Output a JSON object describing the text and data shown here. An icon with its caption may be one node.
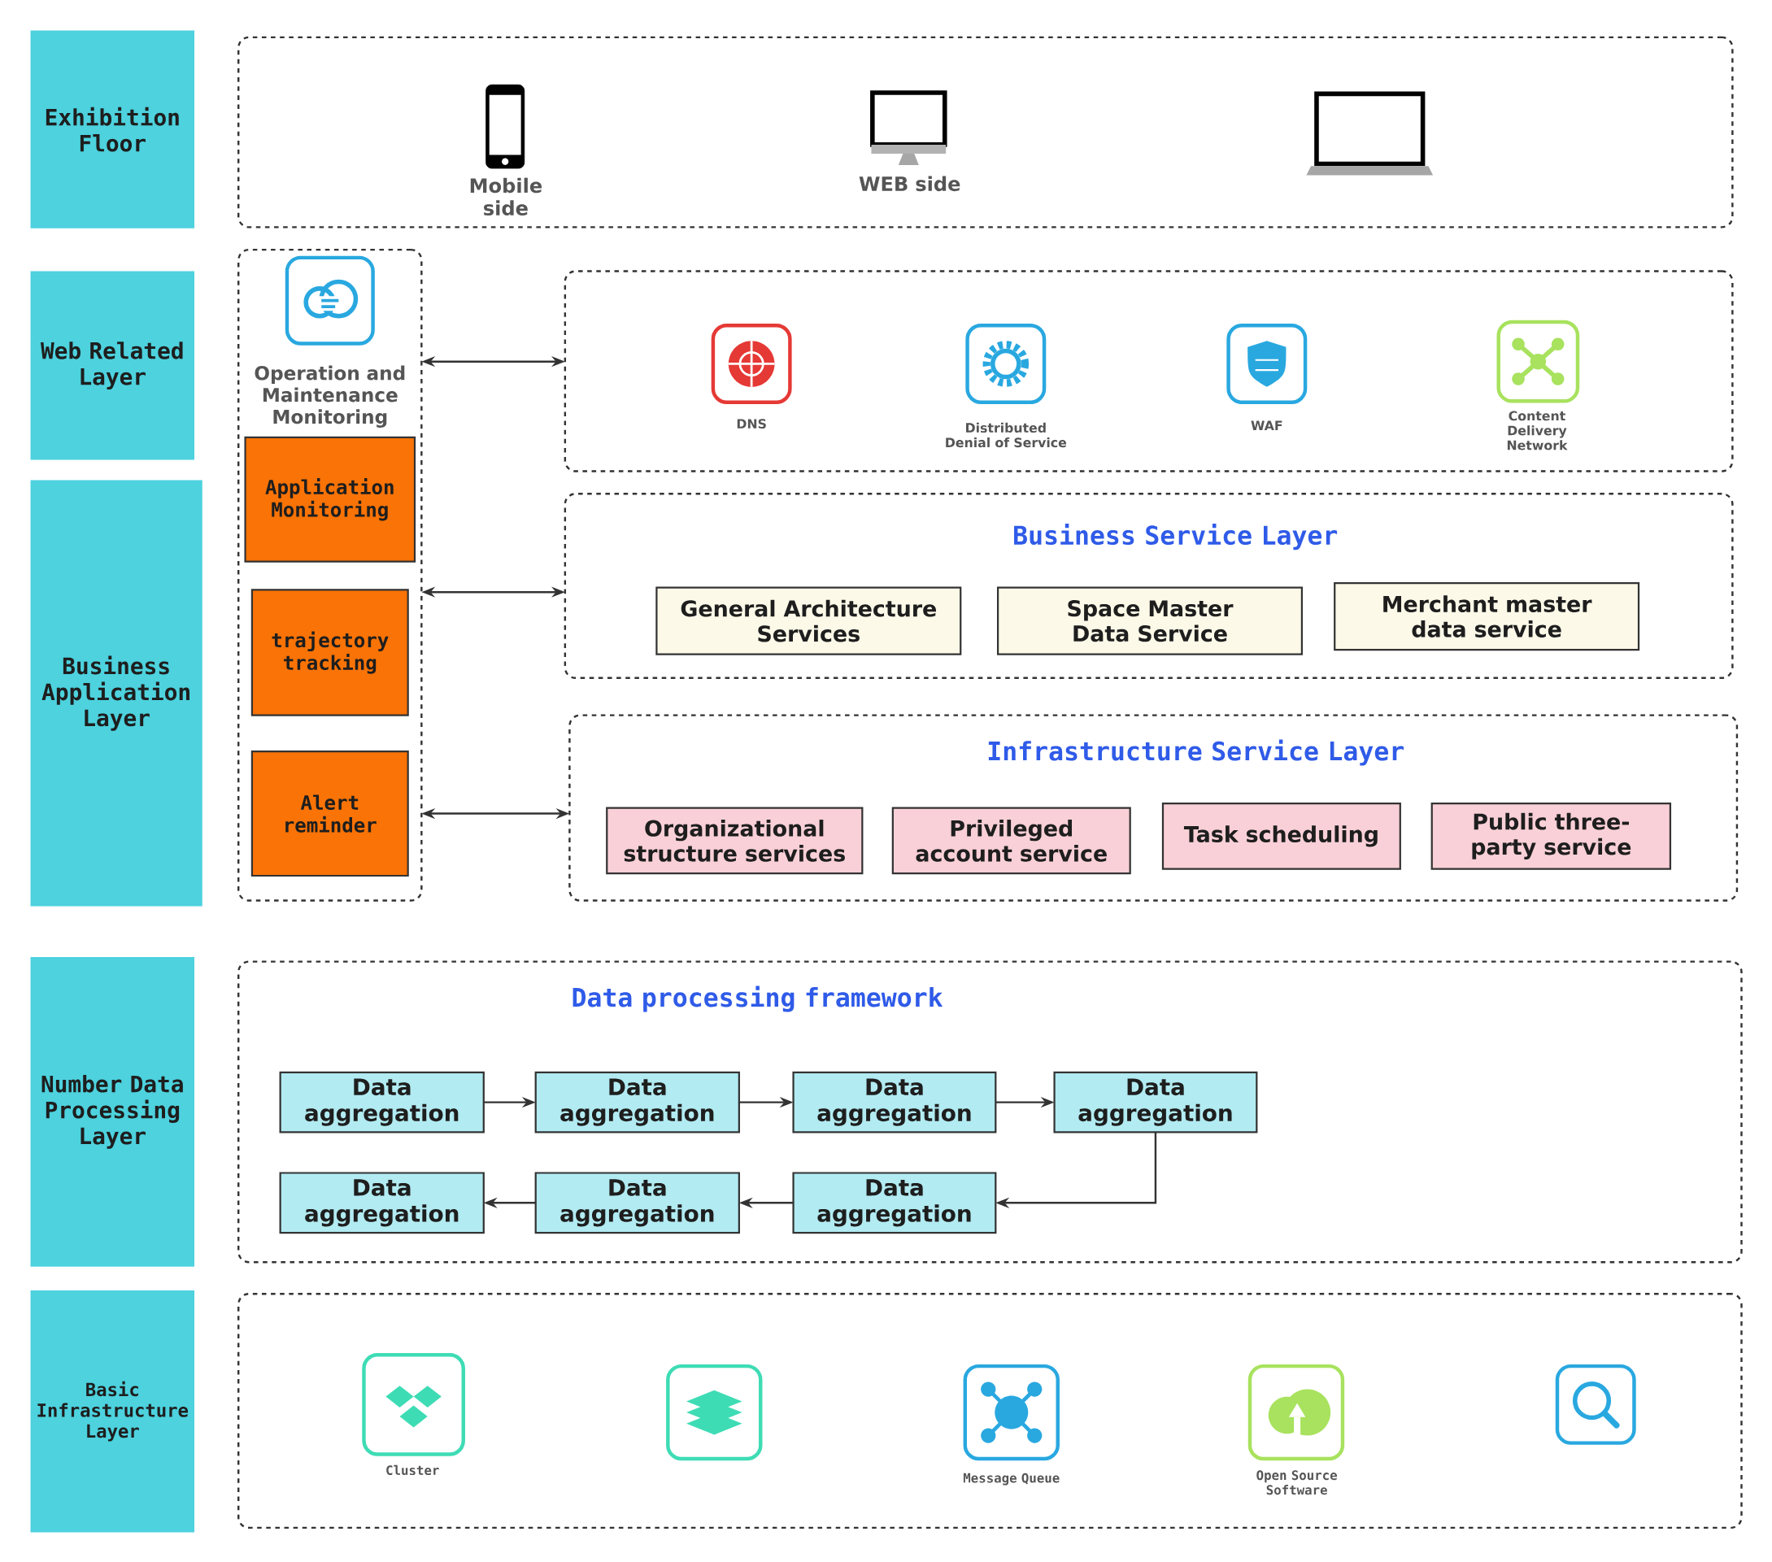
{
  "diagram": {
    "nodes": [
      {
        "text": [
          "Exhibition Floor"
        ]
      },
      {
        "text": [
          "Web Related Layer"
        ]
      },
      {
        "text": [
          "Business Application Layer"
        ]
      },
      {
        "text": [
          "Number Data Processing Layer"
        ]
      },
      {
        "text": [
          "Basic Infrastructure Layer"
        ]
      },
      {
        "text": [],
        "shape": "box"
      },
      {
        "text": [
          "Mobile side"
        ],
        "in": 5
      },
      {
        "text": [
          "WEB side"
        ],
        "in": 5
      },
      {
        "text": [
          "Operation and Maintenance Monitoring"
        ]
      },
      {
        "text": [
          "Application Monitoring"
        ],
        "in": 8
      },
      {
        "text": [
          "trajectory tracking"
        ],
        "in": 8
      },
      {
        "text": [
          "Alert reminder"
        ],
        "in": 8
      },
      {
        "text": [],
        "shape": "box"
      },
      {
        "text": [
          "DNS"
        ],
        "in": 12
      },
      {
        "text": [
          "Distributed Denial of Service"
        ],
        "in": 12
      },
      {
        "text": [
          "WAF"
        ],
        "in": 12
      },
      {
        "text": [
          "Content Delivery Network"
        ],
        "in": 12
      },
      {
        "text": [
          "Business Service Layer"
        ]
      },
      {
        "text": [
          "General Architecture Services"
        ],
        "in": 17
      },
      {
        "text": [
          "Space Master Data Service"
        ],
        "in": 17
      },
      {
        "text": [
          "Merchant master data service"
        ],
        "in": 17
      },
      {
        "text": [
          "Infrastructure Service Layer"
        ]
      },
      {
        "text": [
          "Organizational structure services"
        ],
        "in": 21
      },
      {
        "text": [
          "Privileged account service"
        ],
        "in": 21
      },
      {
        "text": [
          "Task scheduling"
        ],
        "in": 21
      },
      {
        "text": [
          "Public three-party service"
        ],
        "in": 21
      },
      {
        "text": [
          "Data processing framework"
        ]
      },
      {
        "text": [
          "Data aggregation"
        ],
        "in": 26
      },
      {
        "text": [
          "Data aggregation"
        ],
        "in": 26
      },
      {
        "text": [
          "Data aggregation"
        ],
        "in": 26
      },
      {
        "text": [
          "Data aggregation"
        ],
        "in": 26
      },
      {
        "text": [
          "Data aggregation"
        ],
        "in": 26
      },
      {
        "text": [
          "Data aggregation"
        ],
        "in": 26
      },
      {
        "text": [
          "Data aggregation"
        ],
        "in": 26
      },
      {
        "text": [],
        "shape": "box"
      },
      {
        "text": [
          "Cluster"
        ],
        "in": 34
      },
      {
        "text": [],
        "shape": "picture",
        "in": 34
      },
      {
        "text": [
          "Message Queue"
        ],
        "in": 34
      },
      {
        "text": [
          "Open Source Software"
        ],
        "in": 34
      },
      {
        "text": [],
        "shape": "picture",
        "in": 34
      }
    ],
    "edges": [
      {
        "from": 8,
        "to": 12,
        "arrow": "both"
      },
      {
        "from": 8,
        "to": 17,
        "arrow": "both"
      },
      {
        "from": 8,
        "to": 21,
        "arrow": "both"
      },
      {
        "from": 27,
        "to": 28,
        "arrow": "to"
      },
      {
        "from": 28,
        "to": 29,
        "arrow": "to"
      },
      {
        "from": 29,
        "to": 30,
        "arrow": "to"
      },
      {
        "from": 30,
        "to": 33,
        "arrow": "to"
      },
      {
        "from": 33,
        "to": 32,
        "arrow": "to"
      },
      {
        "from": 32,
        "to": 31,
        "arrow": "to"
      }
    ]
  }
}
